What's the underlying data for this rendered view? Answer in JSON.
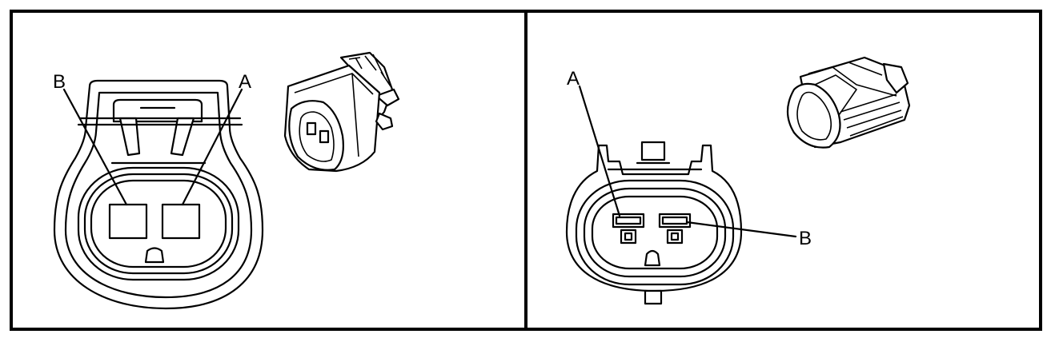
{
  "panels": [
    {
      "id": "left",
      "callouts": [
        {
          "label": "B",
          "pin": "left-cavity"
        },
        {
          "label": "A",
          "pin": "right-cavity"
        }
      ]
    },
    {
      "id": "right",
      "callouts": [
        {
          "label": "A",
          "pin": "left-terminal"
        },
        {
          "label": "B",
          "pin": "right-terminal"
        }
      ]
    }
  ],
  "colors": {
    "line": "#000000",
    "background": "#ffffff",
    "shade": "#bdbdbd"
  }
}
